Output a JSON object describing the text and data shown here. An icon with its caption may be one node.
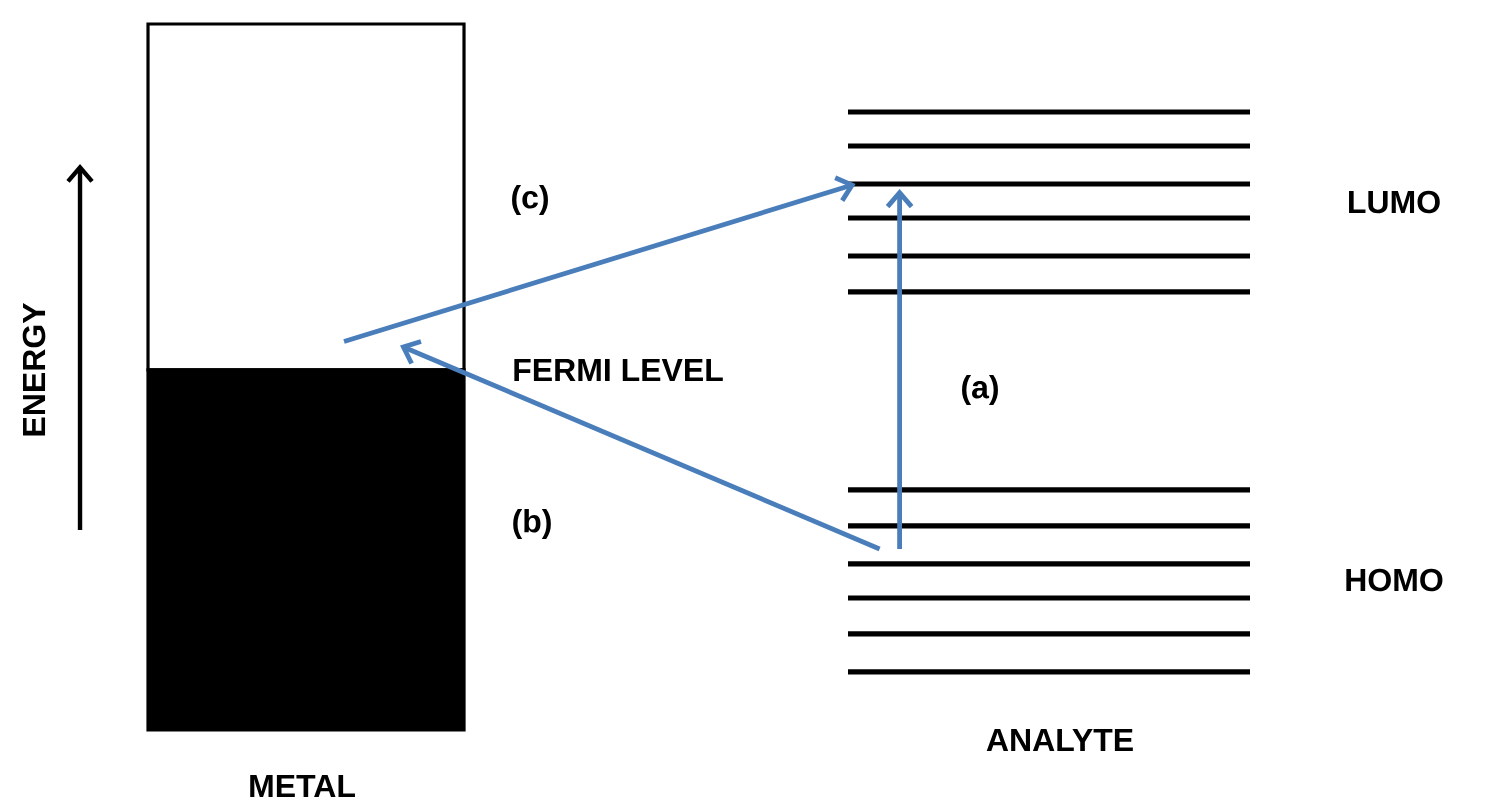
{
  "diagram": {
    "nodes": [
      {
        "text": [],
        "shape": "box"
      },
      {
        "text": [],
        "shape": "box",
        "beside": [
          "METAL"
        ]
      },
      {
        "text": [],
        "shape": "bar",
        "beside": [
          "LUMO"
        ]
      },
      {
        "text": [],
        "shape": "bar",
        "beside": [
          "HOMO"
        ]
      }
    ],
    "edges": [
      {
        "from": 0,
        "to": 2,
        "arrow": "to"
      },
      {
        "from": 3,
        "to": 0,
        "arrow": "to"
      },
      {
        "from": 3,
        "to": 2,
        "arrow": "to"
      }
    ],
    "labels": [
      "(c)",
      "ENERGY",
      "FERMI LEVEL",
      "(a)",
      "(b)",
      "ANALYTE"
    ]
  }
}
